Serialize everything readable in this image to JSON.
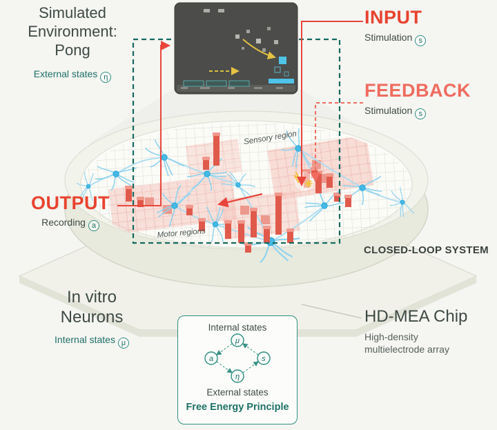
{
  "colors": {
    "accent_red": "#e8432f",
    "accent_salmon": "#ef6c5f",
    "teal": "#1e7167",
    "loop_teal": "#15695e"
  },
  "sim_env": {
    "title": "Simulated\nEnvironment:\nPong",
    "subtitle": "External states",
    "symbol": "η"
  },
  "input": {
    "title": "INPUT",
    "subtitle": "Stimulation",
    "symbol": "s"
  },
  "feedback": {
    "title": "FEEDBACK",
    "subtitle": "Stimulation",
    "symbol": "s"
  },
  "output": {
    "title": "OUTPUT",
    "subtitle": "Recording",
    "symbol": "a"
  },
  "closed_loop_label": "CLOSED-LOOP SYSTEM",
  "in_vitro": {
    "title": "In vitro\nNeurons",
    "subtitle": "Internal states",
    "symbol": "μ"
  },
  "hdmea": {
    "title": "HD-MEA Chip",
    "subtitle": "High-density\nmultielectrode array"
  },
  "dish": {
    "sensory_label": "Sensory region",
    "motor_label": "Motor regions"
  },
  "fep": {
    "top_label": "Internal states",
    "bottom_label": "External states",
    "title": "Free Energy Principle",
    "nodes": {
      "mu": "μ",
      "a": "a",
      "s": "s",
      "eta": "η"
    }
  }
}
